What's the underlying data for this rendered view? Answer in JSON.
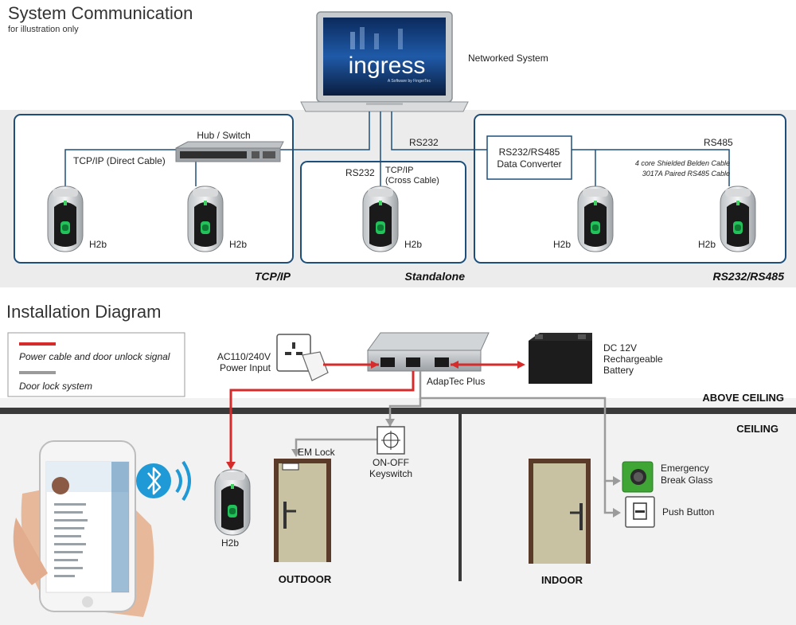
{
  "section_system": {
    "title": "System Communication",
    "subtitle": "for illustration only",
    "networked_label": "Networked System",
    "laptop_brand": "ingress",
    "laptop_tagline": "A Software by FingerTec",
    "hub_label": "Hub / Switch",
    "tcpip_direct": "TCP/IP (Direct Cable)",
    "rs232_top": "RS232",
    "rs232_standalone": "RS232",
    "tcpip_cross_1": "TCP/IP",
    "tcpip_cross_2": "(Cross Cable)",
    "converter_1": "RS232/RS485",
    "converter_2": "Data Converter",
    "rs485": "RS485",
    "cable_note_1": "4 core Shielded Belden Cable",
    "cable_note_2": "3017A Paired RS485 Cable",
    "device_label": "H2b",
    "group_tcpip": "TCP/IP",
    "group_standalone": "Standalone",
    "group_rs": "RS232/RS485"
  },
  "section_install": {
    "title": "Installation Diagram",
    "legend": [
      {
        "label": "Power cable and door  unlock signal",
        "color": "#d62b2b"
      },
      {
        "label": "Door lock system",
        "color": "#9b9b9b"
      }
    ],
    "power_input_1": "AC110/240V",
    "power_input_2": "Power Input",
    "adaptec": "AdapTec Plus",
    "battery_1": "DC 12V",
    "battery_2": "Rechargeable",
    "battery_3": "Battery",
    "above_ceiling": "ABOVE CEILING",
    "ceiling": "CEILING",
    "em_lock": "EM Lock",
    "keyswitch_1": "ON-OFF",
    "keyswitch_2": "Keyswitch",
    "h2b": "H2b",
    "outdoor": "OUTDOOR",
    "indoor": "INDOOR",
    "emergency_1": "Emergency",
    "emergency_2": "Break Glass",
    "push_button": "Push Button"
  },
  "colors": {
    "group_border": "#1e4f7a",
    "power_line": "#d62b2b",
    "lock_line": "#9b9b9b",
    "door": "#c9c2a2",
    "door_frame": "#5a3b2a",
    "bluetooth": "#1f9ad6"
  }
}
